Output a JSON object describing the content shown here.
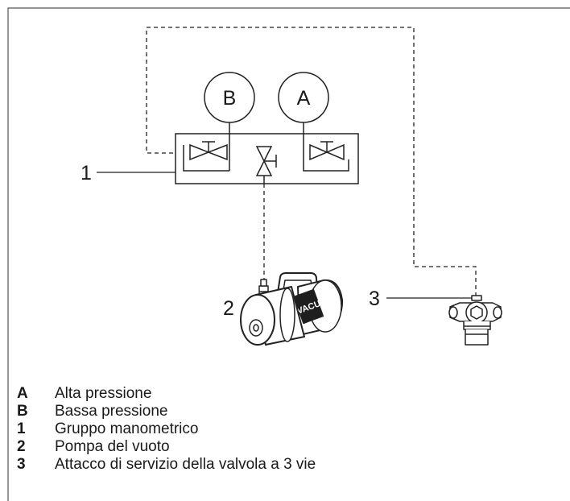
{
  "diagram": {
    "gauge_b_label": "B",
    "gauge_a_label": "A",
    "callout_1": "1",
    "callout_2": "2",
    "callout_3": "3",
    "pump_text": "VACU"
  },
  "legend": [
    {
      "key": "A",
      "text": "Alta pressione"
    },
    {
      "key": "B",
      "text": "Bassa pressione"
    },
    {
      "key": "1",
      "text": "Gruppo manometrico"
    },
    {
      "key": "2",
      "text": "Pompa del vuoto"
    },
    {
      "key": "3",
      "text": "Attacco di servizio della valvola a 3 vie"
    }
  ]
}
